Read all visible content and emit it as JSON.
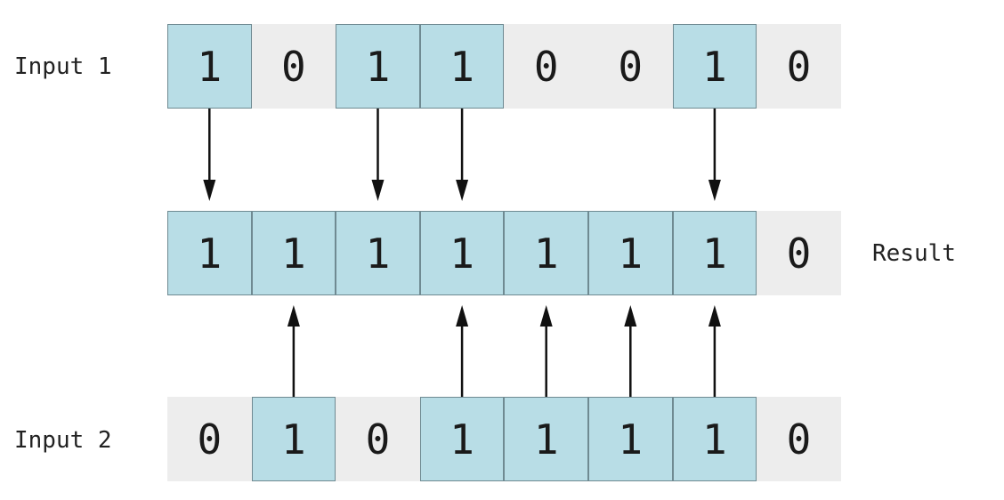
{
  "labels": {
    "input1": "Input 1",
    "input2": "Input 2",
    "result": "Result"
  },
  "rows": {
    "input1": [
      "1",
      "0",
      "1",
      "1",
      "0",
      "0",
      "1",
      "0"
    ],
    "result": [
      "1",
      "1",
      "1",
      "1",
      "1",
      "1",
      "1",
      "0"
    ],
    "input2": [
      "0",
      "1",
      "0",
      "1",
      "1",
      "1",
      "1",
      "0"
    ]
  },
  "colors": {
    "set_bit_fill": "#b8dde6",
    "set_bit_border": "#6f8a92",
    "clear_bit_fill": "#ededed",
    "arrow": "#111111",
    "text": "#1a1a1a"
  }
}
